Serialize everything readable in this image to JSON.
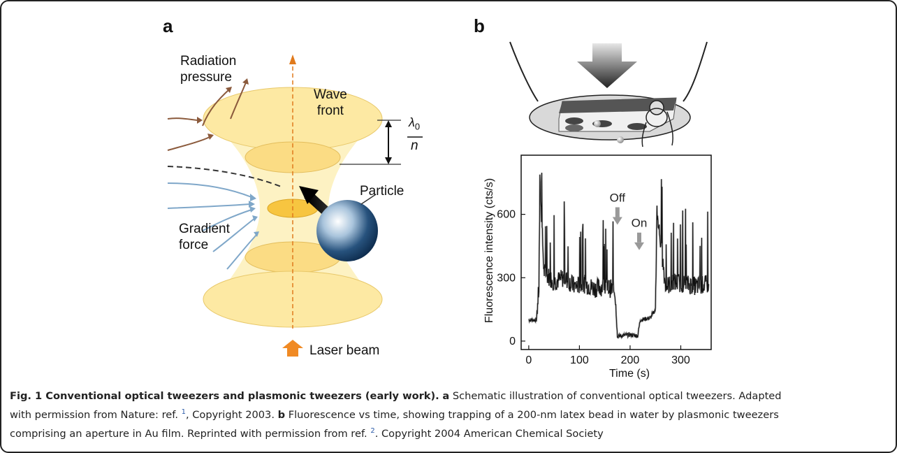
{
  "panel_a": {
    "letter": "a",
    "radiation_pressure": [
      "Radiation",
      "pressure"
    ],
    "wave_front": [
      "Wave",
      "front"
    ],
    "lambda": "λ",
    "lambda_sub": "0",
    "n": "n",
    "particle": "Particle",
    "gradient_force": [
      "Gradient",
      "force"
    ],
    "laser_beam": "Laser beam"
  },
  "panel_b": {
    "letter": "b",
    "off_label": "Off",
    "on_label": "On"
  },
  "chart_data": {
    "type": "line",
    "xlabel": "Time (s)",
    "ylabel": "Fluorescence intensity (cts/s)",
    "xlim": [
      -15,
      360
    ],
    "ylim": [
      -40,
      880
    ],
    "xticks": [
      0,
      100,
      200,
      300
    ],
    "yticks": [
      0,
      300,
      600
    ],
    "series": [
      {
        "x": [
          0,
          15,
          20,
          22,
          30,
          50,
          70,
          90,
          110,
          130,
          150,
          170,
          175,
          180,
          200,
          215,
          220,
          240,
          250,
          253,
          270,
          290,
          310,
          330,
          355
        ],
        "y": [
          100,
          100,
          250,
          750,
          330,
          280,
          300,
          260,
          270,
          250,
          260,
          240,
          20,
          25,
          30,
          25,
          100,
          110,
          150,
          620,
          260,
          280,
          270,
          260,
          270
        ]
      }
    ],
    "annotations": [
      {
        "text": "Off",
        "x": 175,
        "y": 660
      },
      {
        "text": "On",
        "x": 218,
        "y": 540
      }
    ]
  },
  "caption": {
    "fig_label": "Fig. 1 Conventional optical tweezers and plasmonic tweezers (early work).",
    "a_letter": "a",
    "a_text_1": " Schematic illustration of conventional optical tweezers. Adapted",
    "a_text_2": "with permission from Nature: ref. ",
    "ref1": "1",
    "a_text_3": ", Copyright 2003. ",
    "b_letter": "b",
    "b_text_1": " Fluorescence vs time, showing trapping of a 200-nm latex bead in water by plasmonic tweezers",
    "b_text_2": "comprising an aperture in Au film. Reprinted with permission from ref. ",
    "ref2": "2",
    "b_text_3": ". Copyright 2004 American Chemical Society"
  }
}
